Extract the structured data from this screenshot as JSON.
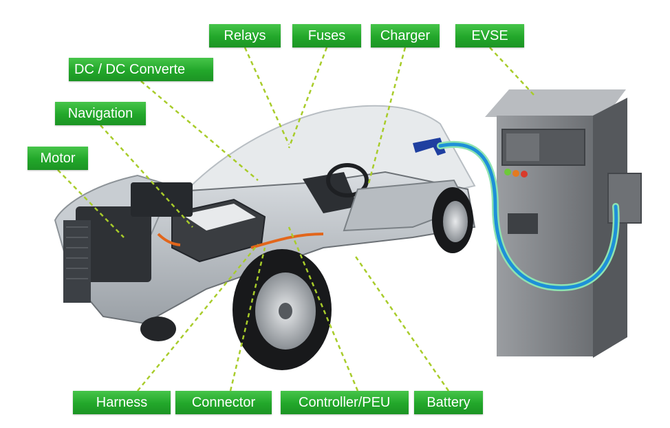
{
  "labels": {
    "relays": "Relays",
    "fuses": "Fuses",
    "charger": "Charger",
    "evse": "EVSE",
    "dcdc": "DC / DC Converte",
    "navigation": "Navigation",
    "motor": "Motor",
    "harness": "Harness",
    "connector": "Connector",
    "controller": "Controller/PEU",
    "battery": "Battery"
  },
  "colors": {
    "label_green": "#2bb233",
    "leader_line": "#a8cc2a",
    "cable": "#1e90d8",
    "station": "#7c7f83"
  }
}
